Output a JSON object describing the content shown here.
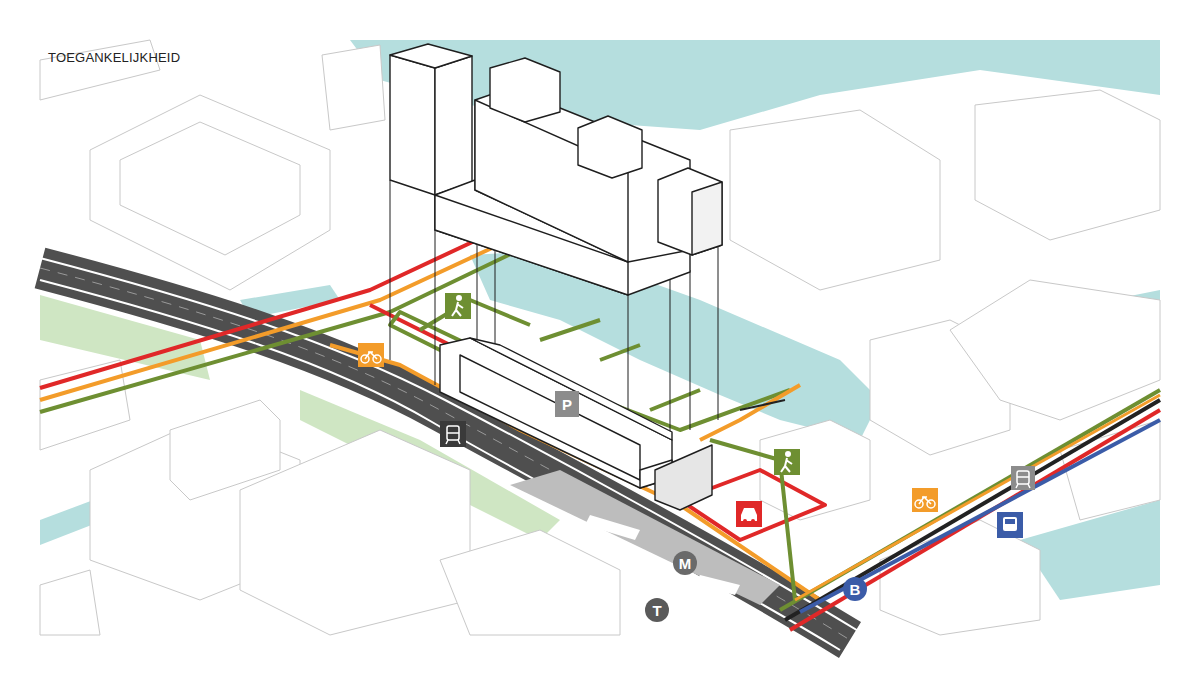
{
  "diagram": {
    "title": "TOEGANKELIJKHEID",
    "nodes": [
      {
        "text": [
          "P"
        ]
      },
      {
        "text": [
          "M"
        ]
      },
      {
        "text": [
          "B"
        ]
      },
      {
        "text": [
          "T"
        ]
      }
    ],
    "edges": []
  }
}
